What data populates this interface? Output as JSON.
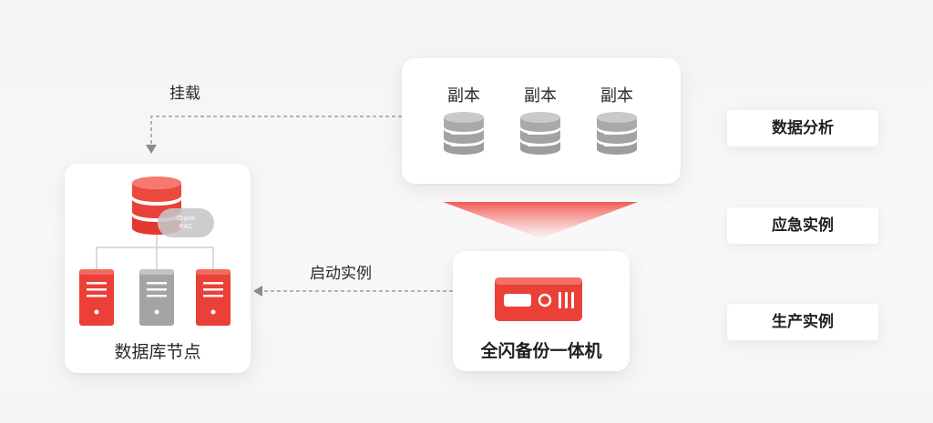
{
  "edges": {
    "mount_label": "挂载",
    "start_instance_label": "启动实例"
  },
  "replicas": {
    "items": [
      "副本",
      "副本",
      "副本"
    ]
  },
  "database_nodes": {
    "label": "数据库节点",
    "badge_line1": "Oracle",
    "badge_line2": "RAC"
  },
  "appliance": {
    "label": "全闪备份一体机"
  },
  "use_cases": [
    "数据分析",
    "应急实例",
    "生产实例"
  ],
  "colors": {
    "accent_red": "#e8413a",
    "replica_gray": "#a9a9a9",
    "dashed_arrow": "#8c8c8c"
  }
}
